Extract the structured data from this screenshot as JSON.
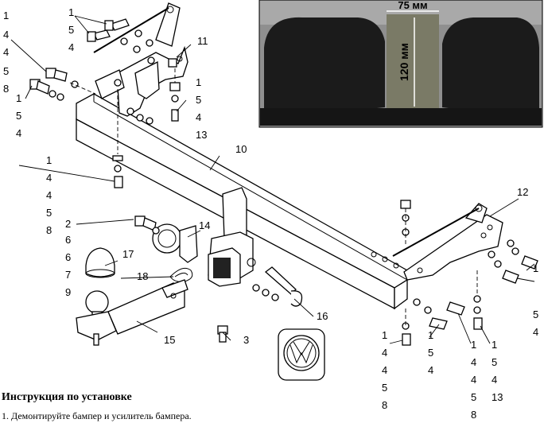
{
  "photo": {
    "width_label": "75 мм",
    "height_label": "120 мм"
  },
  "labels": {
    "top_left_a": [
      "1",
      "5",
      "4"
    ],
    "top_left_b": [
      "1",
      "4",
      "4",
      "5",
      "8"
    ],
    "left_mid": [
      "1",
      "5",
      "4"
    ],
    "left_lower": [
      "1",
      "4",
      "4",
      "5",
      "8"
    ],
    "ball_group": [
      "2",
      "6",
      "6",
      "7",
      "9"
    ],
    "bottom_a": [
      "1",
      "4",
      "4",
      "5",
      "8"
    ],
    "bottom_b": [
      "1",
      "5",
      "4"
    ],
    "bottom_c": [
      "1",
      "4",
      "4",
      "5",
      "8"
    ],
    "bottom_d": [
      "1",
      "5",
      "4",
      "13"
    ],
    "right_a": [
      "1",
      "5",
      "4",
      "13"
    ],
    "right_b": [
      "1",
      "5",
      "4"
    ],
    "p3": "3",
    "p10": "10",
    "p11": "11",
    "p12": "12",
    "p14": "14",
    "p15": "15",
    "p16": "16",
    "p17": "17",
    "p18": "18"
  },
  "instructions": {
    "title": "Инструкция по установке",
    "step1": "1. Демонтируйте бампер и усилитель бампера."
  },
  "colors": {
    "photo_bg": "#8a8a8a",
    "photo_dark": "#1a1a1a",
    "dimension_box": "#7a7a66"
  }
}
